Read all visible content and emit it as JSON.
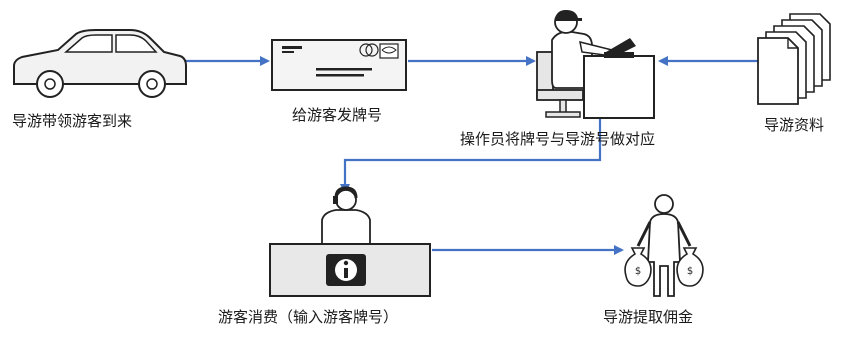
{
  "nodes": {
    "guide_brings_tourists": {
      "label": "导游带领游客到来",
      "icon": "car-icon"
    },
    "issue_card_number": {
      "label": "给游客发牌号",
      "icon": "envelope-icon"
    },
    "operator_matching": {
      "label": "操作员将牌号与导游号做对应",
      "icon": "operator-at-computer-icon"
    },
    "guide_records": {
      "label": "导游资料",
      "icon": "document-stack-icon"
    },
    "tourist_spending": {
      "label": "游客消费（输入游客牌号）",
      "icon": "cashier-desk-icon"
    },
    "guide_commission": {
      "label": "导游提取佣金",
      "icon": "person-with-money-bags-icon"
    }
  },
  "colors": {
    "arrow": "#4472c4",
    "outline": "#222222",
    "fill_light": "#f2f2f2",
    "fill_mid": "#e4e4e4"
  }
}
